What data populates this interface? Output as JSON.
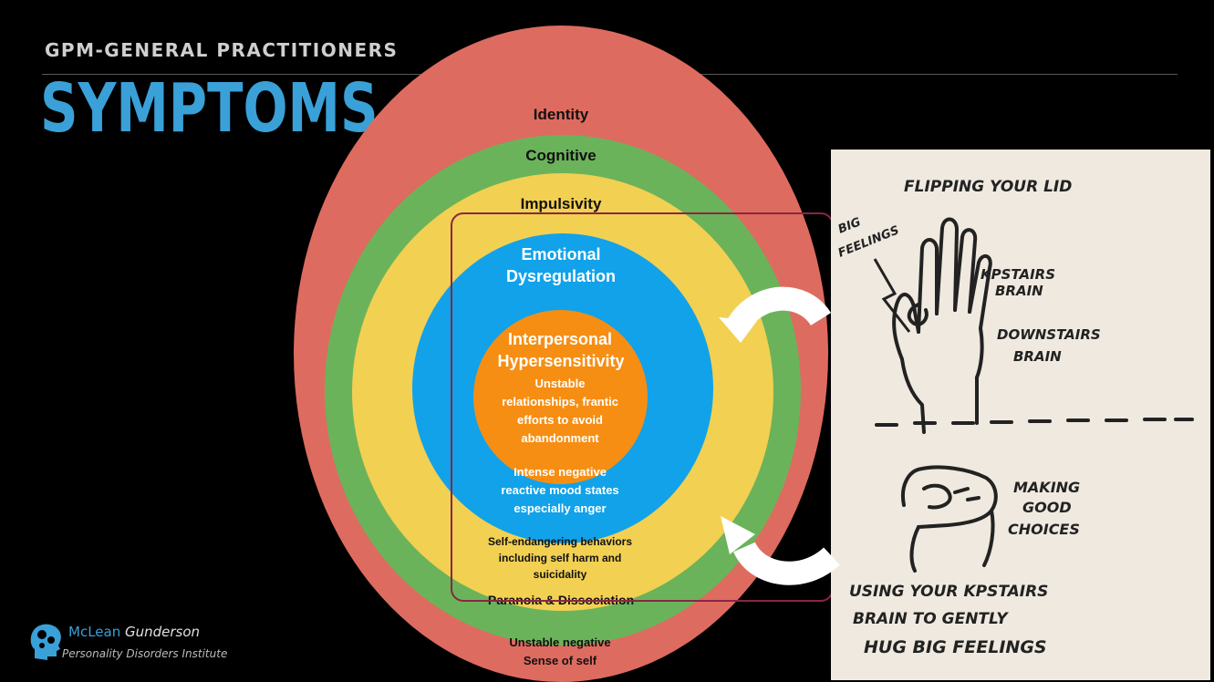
{
  "header": {
    "subtitle": "GPM-GENERAL PRACTITIONERS",
    "title": "SYMPTOMS"
  },
  "diagram": {
    "identity": "Identity",
    "cognitive": "Cognitive",
    "impulsivity": "Impulsivity",
    "emotional_l1": "Emotional",
    "emotional_l2": "Dysregulation",
    "interp_l1": "Interpersonal",
    "interp_l2": "Hypersensitivity",
    "interp_d1": "Unstable",
    "interp_d2": "relationships, frantic",
    "interp_d3": "efforts to avoid",
    "interp_d4": "abandonment",
    "emo_d1": "Intense negative",
    "emo_d2": "reactive mood states",
    "emo_d3": "especially anger",
    "imp_d1": "Self-endangering behaviors",
    "imp_d2": "including self harm and",
    "imp_d3": "suicidality",
    "cog_d1": "Paranoia & Dissociation",
    "id_d1": "Unstable negative",
    "id_d2": "Sense of self"
  },
  "drawing": {
    "title": "FLIPPING YOUR LID",
    "big_feelings_1": "BIG",
    "big_feelings_2": "FEELINGS",
    "upstairs_1": "KPSTAIRS",
    "upstairs_2": "BRAIN",
    "downstairs_1": "DOWNSTAIRS",
    "downstairs_2": "BRAIN",
    "choices_1": "MAKING",
    "choices_2": "GOOD",
    "choices_3": "CHOICES",
    "bottom_1": "USING YOUR KPSTAIRS",
    "bottom_2": "BRAIN TO GENTLY",
    "bottom_3": "HUG BIG FEELINGS"
  },
  "logo": {
    "name_a": "McLean",
    "name_b": "Gunderson",
    "sub": "Personality Disorders Institute"
  },
  "colors": {
    "identity": "#de6b5f",
    "cognitive": "#6bb35a",
    "impulsivity": "#f2d052",
    "emotional": "#11a2ea",
    "interpersonal": "#f68e13",
    "title": "#3aa0d8"
  }
}
